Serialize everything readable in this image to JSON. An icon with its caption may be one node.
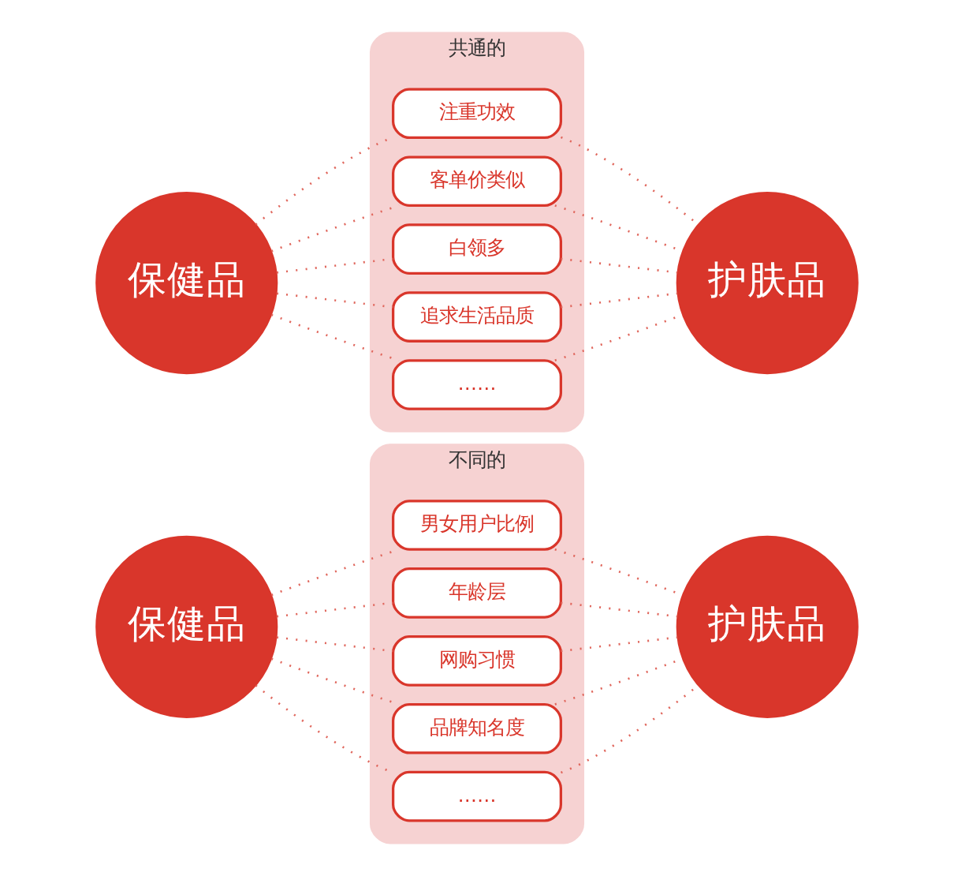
{
  "diagram": {
    "nodes": [
      {
        "text": [
          "保健品"
        ]
      },
      {
        "text": [
          "共通的"
        ]
      },
      {
        "text": [
          "注重功效"
        ],
        "in": 1
      },
      {
        "text": [
          "客单价类似"
        ],
        "in": 1
      },
      {
        "text": [
          "白领多"
        ],
        "in": 1
      },
      {
        "text": [
          "追求生活品质"
        ],
        "in": 1
      },
      {
        "text": [
          "……"
        ],
        "in": 1
      },
      {
        "text": [
          "护肤品"
        ]
      },
      {
        "text": [
          "保健品"
        ]
      },
      {
        "text": [
          "不同的"
        ]
      },
      {
        "text": [
          "男女用户比例"
        ],
        "in": 9
      },
      {
        "text": [
          "年龄层"
        ],
        "in": 9
      },
      {
        "text": [
          "网购习惯"
        ],
        "in": 9
      },
      {
        "text": [
          "品牌知名度"
        ],
        "in": 9
      },
      {
        "text": [
          "……"
        ],
        "in": 9
      },
      {
        "text": [
          "护肤品"
        ]
      }
    ],
    "edges": [
      {
        "from": 0,
        "to": 2,
        "arrow": "none",
        "style": "dashed"
      },
      {
        "from": 0,
        "to": 3,
        "arrow": "none",
        "style": "dashed"
      },
      {
        "from": 0,
        "to": 4,
        "arrow": "none",
        "style": "dashed"
      },
      {
        "from": 0,
        "to": 5,
        "arrow": "none",
        "style": "dashed"
      },
      {
        "from": 0,
        "to": 6,
        "arrow": "none",
        "style": "dashed"
      },
      {
        "from": 2,
        "to": 7,
        "arrow": "none",
        "style": "dashed"
      },
      {
        "from": 3,
        "to": 7,
        "arrow": "none",
        "style": "dashed"
      },
      {
        "from": 4,
        "to": 7,
        "arrow": "none",
        "style": "dashed"
      },
      {
        "from": 5,
        "to": 7,
        "arrow": "none",
        "style": "dashed"
      },
      {
        "from": 6,
        "to": 7,
        "arrow": "none",
        "style": "dashed"
      },
      {
        "from": 8,
        "to": 10,
        "arrow": "none",
        "style": "dashed"
      },
      {
        "from": 8,
        "to": 11,
        "arrow": "none",
        "style": "dashed"
      },
      {
        "from": 8,
        "to": 12,
        "arrow": "none",
        "style": "dashed"
      },
      {
        "from": 8,
        "to": 13,
        "arrow": "none",
        "style": "dashed"
      },
      {
        "from": 8,
        "to": 14,
        "arrow": "none",
        "style": "dashed"
      },
      {
        "from": 10,
        "to": 15,
        "arrow": "none",
        "style": "dashed"
      },
      {
        "from": 11,
        "to": 15,
        "arrow": "none",
        "style": "dashed"
      },
      {
        "from": 12,
        "to": 15,
        "arrow": "none",
        "style": "dashed"
      },
      {
        "from": 13,
        "to": 15,
        "arrow": "none",
        "style": "dashed"
      },
      {
        "from": 14,
        "to": 15,
        "arrow": "none",
        "style": "dashed"
      }
    ]
  }
}
